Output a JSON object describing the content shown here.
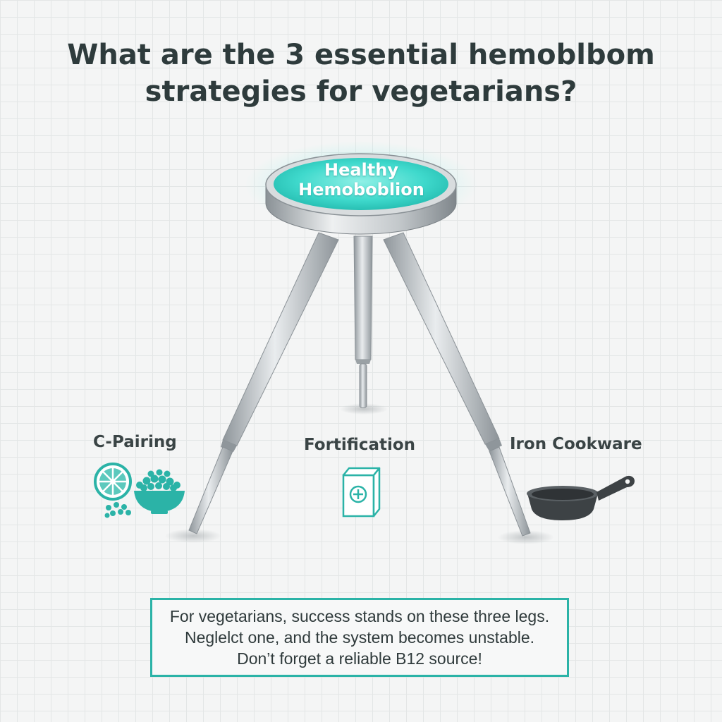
{
  "title": {
    "line1": "What are the 3 essential hemoblbom",
    "line2": "strategies for vegetarians?"
  },
  "seat": {
    "line1": "Healthy",
    "line2": "Hemoboblion"
  },
  "legs": {
    "left": {
      "label": "C-Pairing",
      "icons": [
        "citrus-slice-icon",
        "legume-bowl-icon"
      ]
    },
    "center": {
      "label": "Fortification",
      "icons": [
        "fortified-box-icon"
      ]
    },
    "right": {
      "label": "Iron Cookware",
      "icons": [
        "cast-iron-skillet-icon"
      ]
    }
  },
  "note": {
    "line1": "For vegetarians, success stands on these three legs.",
    "line2": "Neglelct one, and the system becomes unstable.",
    "line3": "Don’t forget a reliable B12 source!"
  },
  "colors": {
    "accent": "#2bb3a7",
    "seat_top": "#3fd9cc",
    "metal": "#b9bec2",
    "text": "#2e3b3c",
    "skillet": "#3d4245"
  }
}
